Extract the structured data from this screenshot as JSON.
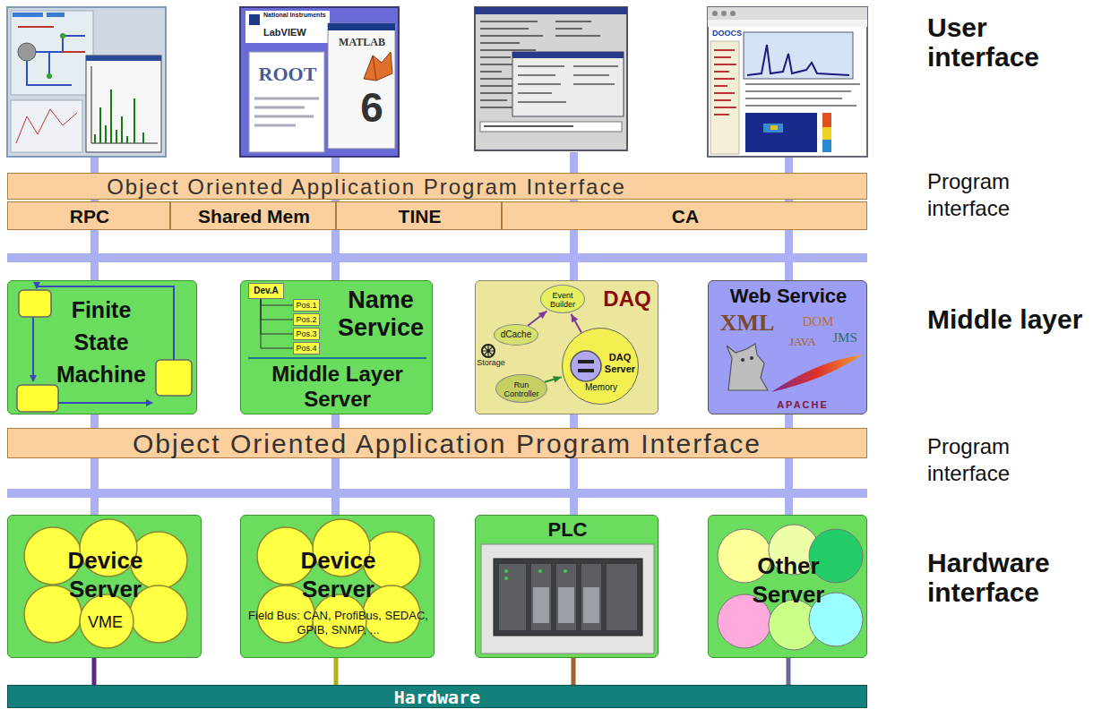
{
  "diagram": {
    "nodes": [
      {
        "text": [
          "Object Oriented Application Program Interface"
        ]
      },
      {
        "text": [
          "RPC"
        ]
      },
      {
        "text": [
          "Shared Mem"
        ]
      },
      {
        "text": [
          "TINE"
        ]
      },
      {
        "text": [
          "CA"
        ]
      },
      {
        "text": [
          "Finite State Machine"
        ]
      },
      {
        "text": [
          "Name Service",
          "Middle Layer Server"
        ]
      },
      {
        "text": [
          "Dev.A"
        ],
        "in": 6
      },
      {
        "text": [
          "Pos.1"
        ],
        "in": 6
      },
      {
        "text": [
          "Pos.2"
        ],
        "in": 6
      },
      {
        "text": [
          "Pos.3"
        ],
        "in": 6
      },
      {
        "text": [
          "Pos.4"
        ],
        "in": 6
      },
      {
        "text": [
          "DAQ"
        ]
      },
      {
        "text": [
          "Event Builder"
        ],
        "in": 12
      },
      {
        "text": [
          "dCache"
        ],
        "in": 12
      },
      {
        "text": [
          "DAQ Server",
          "Memory"
        ],
        "in": 12
      },
      {
        "text": [
          "Run Controller"
        ],
        "in": 12
      },
      {
        "text": [
          "Web Service"
        ]
      },
      {
        "text": [
          "Object Oriented Application Program Interface"
        ]
      },
      {
        "text": [
          "Device Server",
          "VME"
        ]
      },
      {
        "text": [
          "Device Server",
          "Field Bus: CAN, ProfiBus, SEDAC, GPIB, SNMP, ..."
        ]
      },
      {
        "text": [
          "PLC"
        ]
      },
      {
        "text": [
          "Other Server"
        ]
      },
      {
        "text": [
          "Hardware"
        ]
      }
    ],
    "edges": [
      {
        "from": 7,
        "to": 8,
        "arrow": "none"
      },
      {
        "from": 7,
        "to": 9,
        "arrow": "none"
      },
      {
        "from": 7,
        "to": 10,
        "arrow": "none"
      },
      {
        "from": 7,
        "to": 11,
        "arrow": "none"
      },
      {
        "from": 14,
        "to": 13,
        "arrow": "to"
      },
      {
        "from": 15,
        "to": 13,
        "arrow": "to"
      },
      {
        "from": 16,
        "to": 15,
        "arrow": "to"
      },
      {
        "from": 19,
        "to": 23,
        "arrow": "none"
      },
      {
        "from": 20,
        "to": 23,
        "arrow": "none"
      },
      {
        "from": 21,
        "to": 23,
        "arrow": "none"
      },
      {
        "from": 22,
        "to": 23,
        "arrow": "none"
      }
    ],
    "labels": [
      "User interface",
      "Program interface",
      "Middle layer",
      "Program interface",
      "Hardware interface",
      "National Instruments",
      "LabVIEW",
      "MATLAB",
      "ROOT",
      "6",
      "DOOCS",
      "Storage",
      "XML",
      "DOM",
      "JAVA",
      "JMS",
      "APACHE"
    ]
  }
}
